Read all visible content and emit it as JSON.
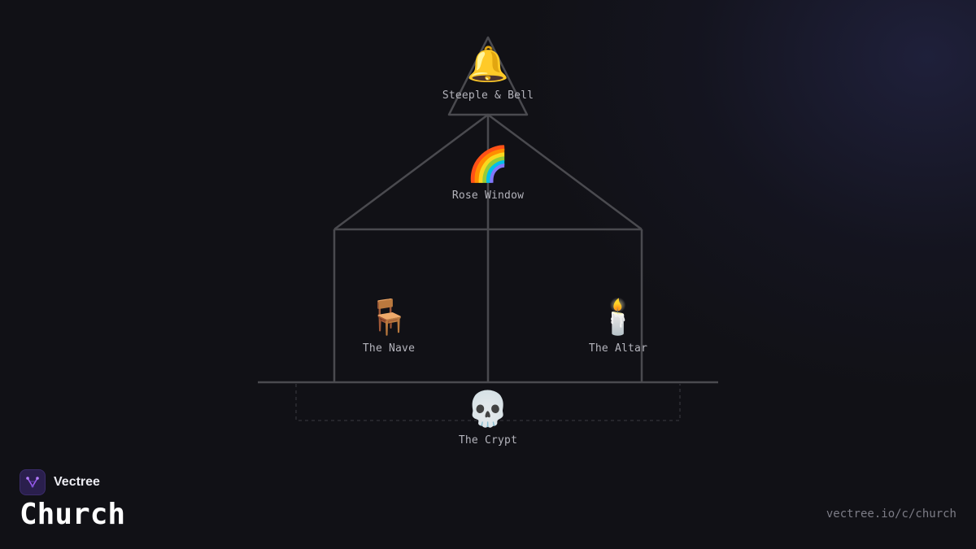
{
  "diagram": {
    "nodes": [
      {
        "id": "steeple",
        "emoji": "🔔",
        "label": "Steeple & Bell"
      },
      {
        "id": "rose-window",
        "emoji": "🌈",
        "label": "Rose Window"
      },
      {
        "id": "nave",
        "emoji": "🪑",
        "label": "The Nave"
      },
      {
        "id": "altar",
        "emoji": "🕯️",
        "label": "The Altar"
      },
      {
        "id": "crypt",
        "emoji": "💀",
        "label": "The Crypt"
      }
    ]
  },
  "brand": {
    "name": "Vectree",
    "logo_icon": "vectree-logo-icon",
    "accent": "#9b5cf0"
  },
  "page": {
    "title": "Church",
    "url": "vectree.io/c/church"
  }
}
